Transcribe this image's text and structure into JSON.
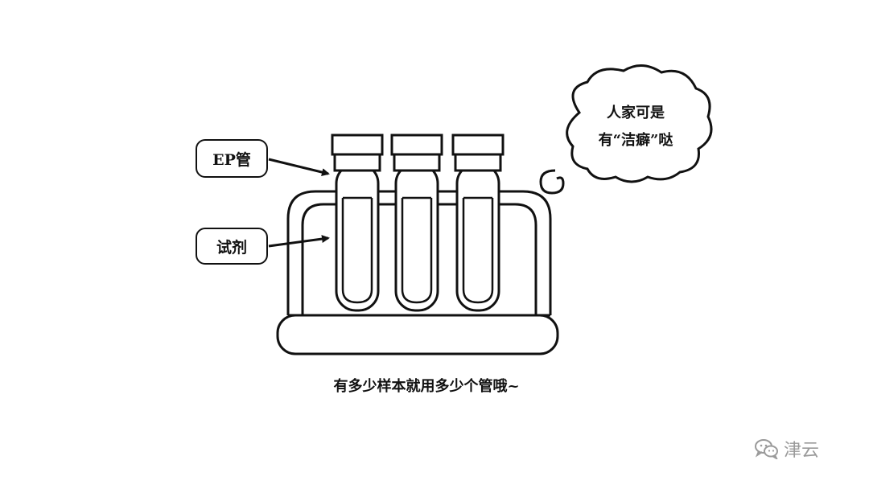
{
  "labels": {
    "ep_tube": "EP管",
    "reagent": "试剂"
  },
  "bubble": {
    "line1": "人家可是",
    "line2": "有“洁癖”哒"
  },
  "caption": "有多少样本就用多少个管哦~",
  "watermark": {
    "text": "津云",
    "icon": "wechat-icon"
  },
  "colors": {
    "ink": "#111111",
    "watermark": "#9a9a9a"
  }
}
